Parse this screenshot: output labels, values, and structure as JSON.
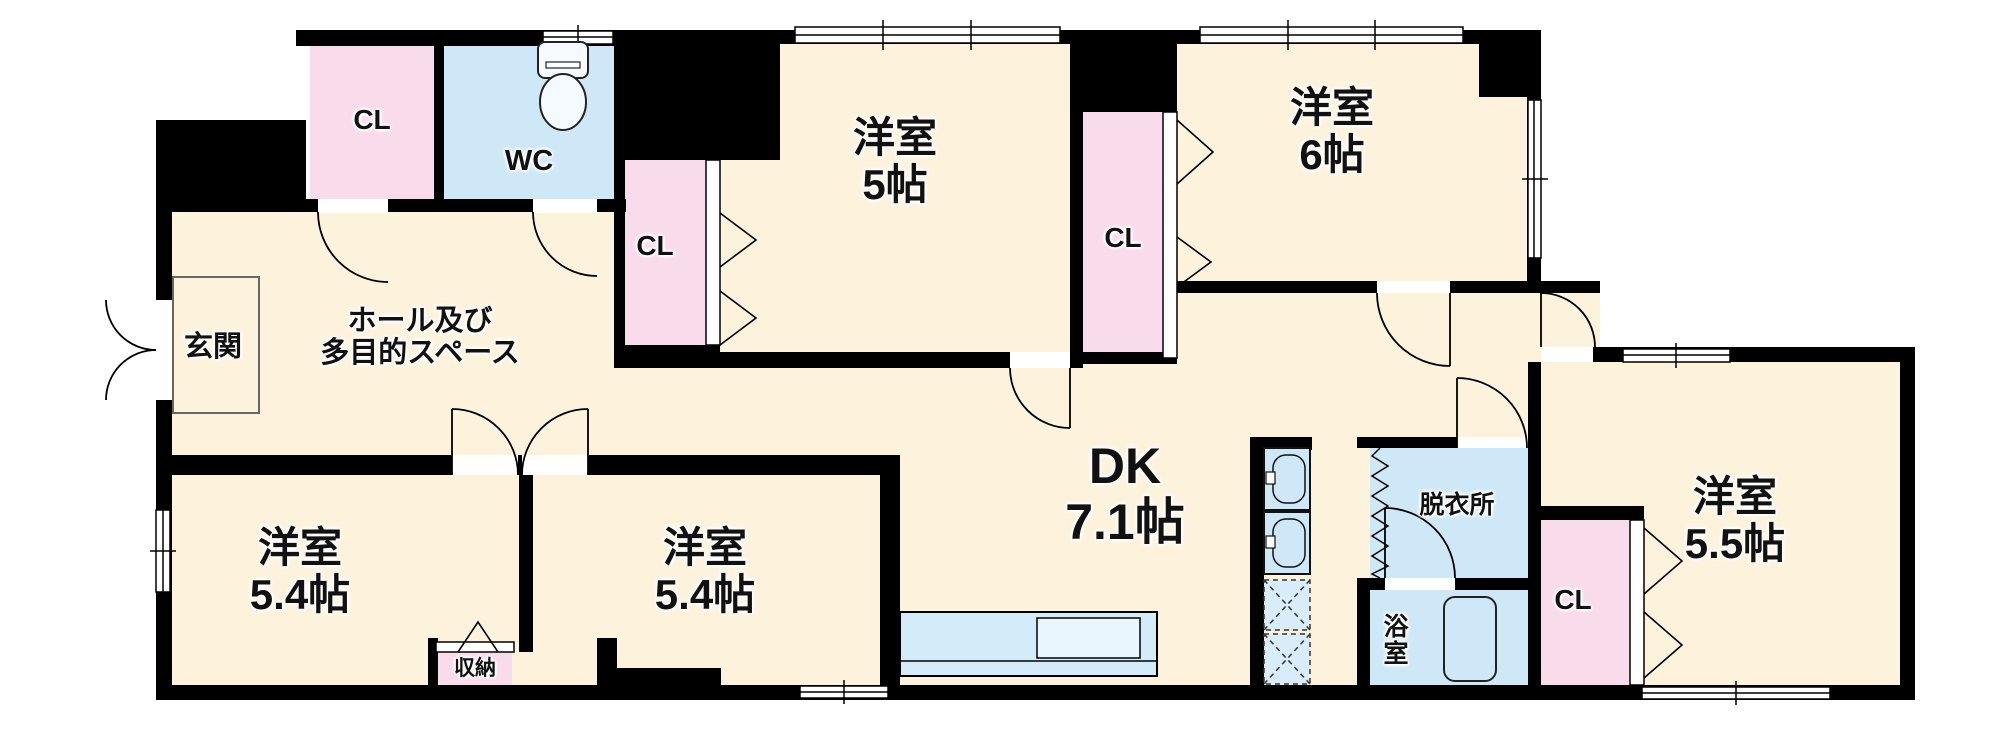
{
  "document": {
    "type": "floor-plan",
    "region_style": "japanese-madori"
  },
  "colors": {
    "floor": "#fdf3dd",
    "closet": "#f9dcec",
    "wet_area": "#cfe8f7",
    "wall": "#000000",
    "counter": "#d4ecfa",
    "background": "#ffffff"
  },
  "labels": {
    "genkan": "玄関",
    "hall_line1": "ホール及び",
    "hall_line2": "多目的スペース",
    "wc": "WC",
    "closet": "CL",
    "storage": "収納",
    "dressing_room": "脱衣所",
    "bathroom": "浴室",
    "western_room": "洋室",
    "dk": "DK",
    "size_5": "5帖",
    "size_6": "6帖",
    "size_54": "5.4帖",
    "size_55": "5.5帖",
    "size_71": "7.1帖"
  },
  "rooms": [
    {
      "name": "玄関",
      "size": ""
    },
    {
      "name": "ホール及び多目的スペース",
      "size": ""
    },
    {
      "name": "WC",
      "size": ""
    },
    {
      "name": "CL",
      "count": 4
    },
    {
      "name": "洋室",
      "size": "5帖"
    },
    {
      "name": "洋室",
      "size": "6帖"
    },
    {
      "name": "洋室",
      "size": "5.4帖"
    },
    {
      "name": "洋室",
      "size": "5.4帖"
    },
    {
      "name": "洋室",
      "size": "5.5帖"
    },
    {
      "name": "DK",
      "size": "7.1帖"
    },
    {
      "name": "収納",
      "size": ""
    },
    {
      "name": "脱衣所",
      "size": ""
    },
    {
      "name": "浴室",
      "size": ""
    }
  ]
}
